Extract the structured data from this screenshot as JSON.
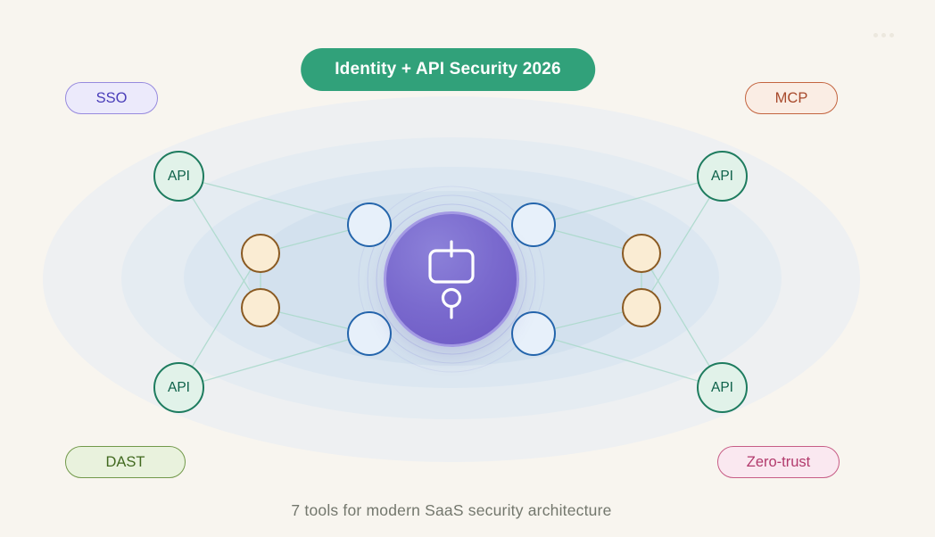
{
  "title": {
    "label": "Identity + API Security 2026"
  },
  "caption": "7 tools for modern SaaS security architecture",
  "tags": {
    "sso": {
      "label": "SSO"
    },
    "mcp": {
      "label": "MCP"
    },
    "dast": {
      "label": "DAST"
    },
    "zero_trust": {
      "label": "Zero-trust"
    }
  },
  "nodes": {
    "api": [
      {
        "label": "API"
      },
      {
        "label": "API"
      },
      {
        "label": "API"
      },
      {
        "label": "API"
      }
    ],
    "center_icon": "device-location-pin-icon"
  },
  "colors": {
    "page_bg": "#f8f5ef",
    "title_bg": "#31a17a",
    "title_text": "#ffffff",
    "sso_text": "#4a3eb9",
    "sso_border": "#978ade",
    "sso_bg": "#eceafb",
    "mcp_text": "#a7492b",
    "mcp_border": "#c3643f",
    "mcp_bg": "#faede4",
    "dast_text": "#41691f",
    "dast_border": "#72994a",
    "dast_bg": "#e9f2dd",
    "zero_trust_text": "#b23a6c",
    "zero_trust_border": "#c75d86",
    "zero_trust_bg": "#fae8f0",
    "api_text": "#0d6149",
    "api_border": "#1e7c5f",
    "api_bg": "#e1f2e9",
    "connector_border": "#8a5a22",
    "connector_bg": "#faecd3",
    "gateway_border": "#2465ac",
    "gateway_bg": "#e7f0fa",
    "hub_ring": "#a49ae4",
    "hub_gradient_from": "#8c81d9",
    "hub_gradient_to": "#6b56c2",
    "line": "#a9d9ca",
    "ellipse_outer": "#eef0f2",
    "ellipse_mid": "#e5ecf2",
    "ellipse_inner": "#dce7f1",
    "ellipse_core": "#d3e1ee",
    "caption_text": "#73776d",
    "dots": "#ece8de"
  }
}
